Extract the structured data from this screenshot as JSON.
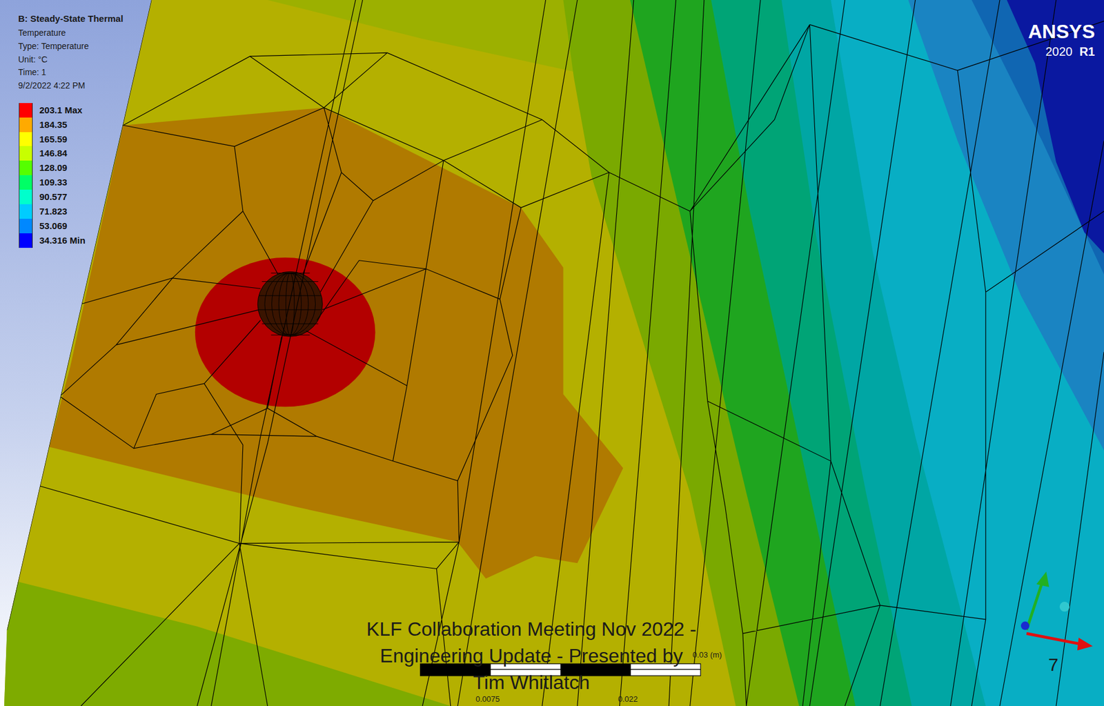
{
  "diagram": {
    "title": "B: Steady-State Thermal",
    "caption": "KLF Collaboration Meeting Nov 2022 - Engineering Update - Presented by Tim Whitlatch",
    "labels": [
      "Temperature",
      "Type: Temperature",
      "Unit: °C",
      "Time: 1",
      "9/2/2022 4:22 PM",
      "ANSYS",
      "2020",
      "R1",
      "0.03 (m)",
      "0.0075",
      "0.022",
      "7"
    ],
    "legend": [
      {
        "text": "203.1 Max",
        "color": "#ff0000"
      },
      {
        "text": "184.35",
        "color": "#ffaa00"
      },
      {
        "text": "165.59",
        "color": "#ffff00"
      },
      {
        "text": "146.84",
        "color": "#c8ff00"
      },
      {
        "text": "128.09",
        "color": "#55ff00"
      },
      {
        "text": "109.33",
        "color": "#00ff66"
      },
      {
        "text": "90.577",
        "color": "#00ffcc"
      },
      {
        "text": "71.823",
        "color": "#00ccff"
      },
      {
        "text": "53.069",
        "color": "#0088ff"
      },
      {
        "text": "34.316 Min",
        "color": "#0000ff"
      }
    ]
  }
}
